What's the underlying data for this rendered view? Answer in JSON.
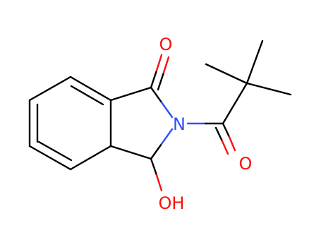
{
  "molecule": {
    "atoms": {
      "O_ketone": {
        "text": "O",
        "color": "#ff0d0d"
      },
      "N": {
        "text": "N",
        "color": "#3050f8"
      },
      "O_acyl": {
        "text": "O",
        "color": "#ff0d0d"
      },
      "OH": {
        "text": "OH",
        "color": "#ff0d0d"
      }
    },
    "colors": {
      "bond": "#000000",
      "nitrogen": "#3050f8",
      "oxygen": "#ff0d0d"
    }
  }
}
